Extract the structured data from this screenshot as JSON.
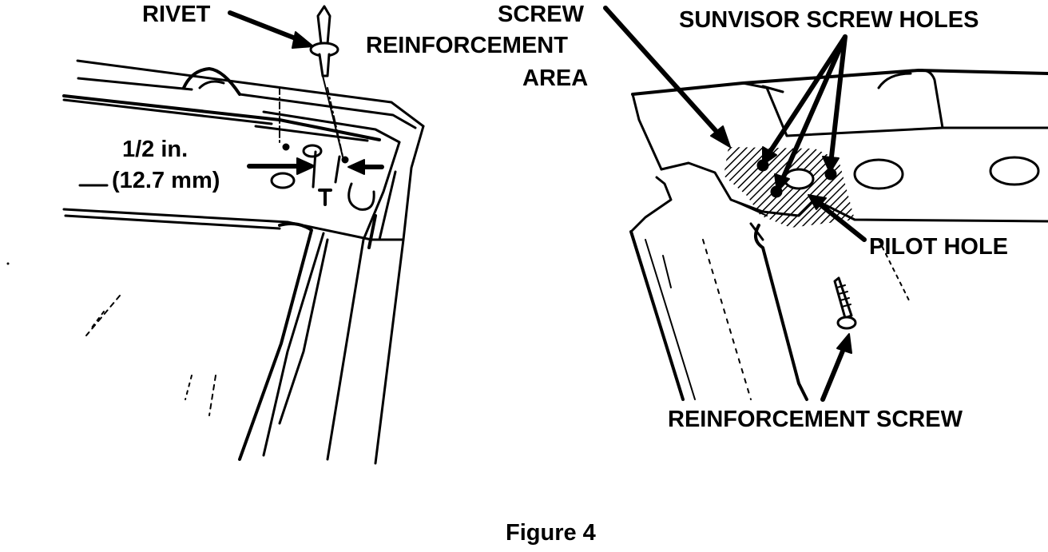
{
  "left_figure": {
    "rivet_label": "RIVET",
    "dimension_line1": "1/2 in.",
    "dimension_line2": "(12.7 mm)"
  },
  "right_figure": {
    "screw_label_line1": "SCREW",
    "screw_label_line2": "REINFORCEMENT",
    "screw_label_line3": "AREA",
    "sunvisor_label": "SUNVISOR SCREW HOLES",
    "pilot_hole_label": "PILOT HOLE",
    "reinforcement_screw_label": "REINFORCEMENT SCREW"
  },
  "caption": "Figure 4"
}
